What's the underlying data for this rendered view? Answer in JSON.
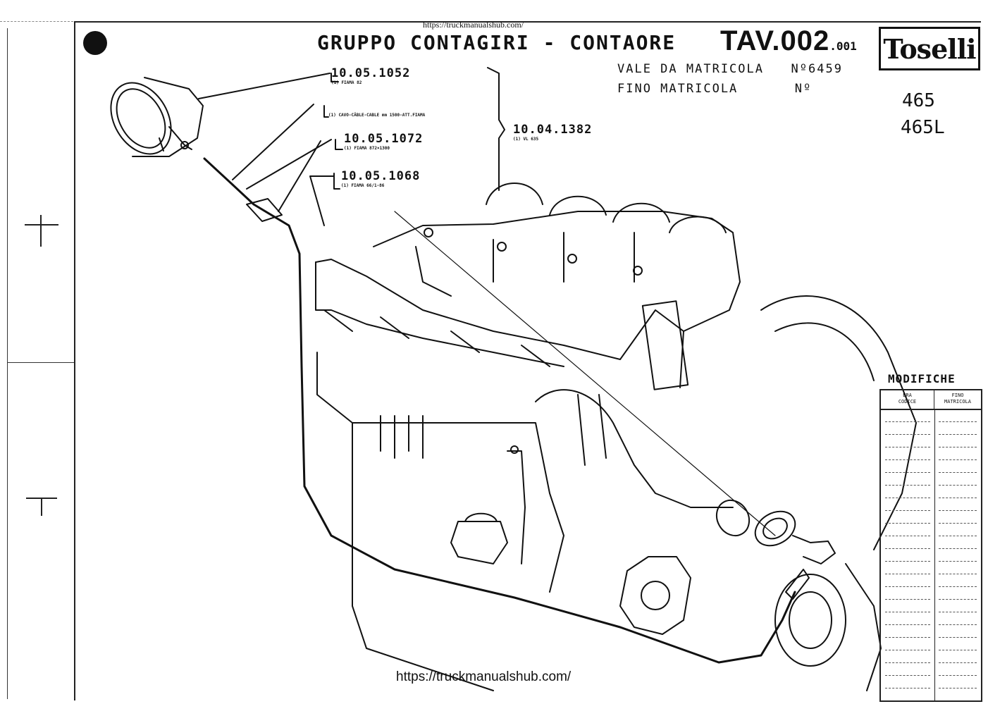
{
  "header": {
    "watermark_top": "https://truckmanualshub.com/",
    "title": "GRUPPO  CONTAGIRI - CONTAORE",
    "table_code": "TAV.002",
    "table_suffix": ".001",
    "logo": "Toselli",
    "vale_label": "VALE DA MATRICOLA",
    "vale_num_label": "Nº",
    "vale_num": "6459",
    "fino_label": "FINO MATRICOLA",
    "fino_num_label": "Nº"
  },
  "models": [
    "465",
    "465L"
  ],
  "callouts": [
    {
      "code": "10.05.1052",
      "note": "(1) FIAMA 82"
    },
    {
      "code": "",
      "note": "(1) CAVO-CÂBLE-CABLE mm 1500-ATT.FIAMA"
    },
    {
      "code": "10.05.1072",
      "note": "(1) FIAMA 872×1300"
    },
    {
      "code": "10.05.1068",
      "note": "(1) FIAMA 66/1-86"
    },
    {
      "code": "10.04.1382",
      "note": "(1) VL 635"
    }
  ],
  "modifiche": {
    "title": "MODIFICHE",
    "col1": [
      "ERA",
      "CODICE"
    ],
    "col2": [
      "FINO",
      "MATRICOLA"
    ],
    "rows": 22
  },
  "footer": {
    "watermark_bottom": "https://truckmanualshub.com/"
  },
  "colors": {
    "ink": "#111111",
    "paper": "#ffffff"
  }
}
